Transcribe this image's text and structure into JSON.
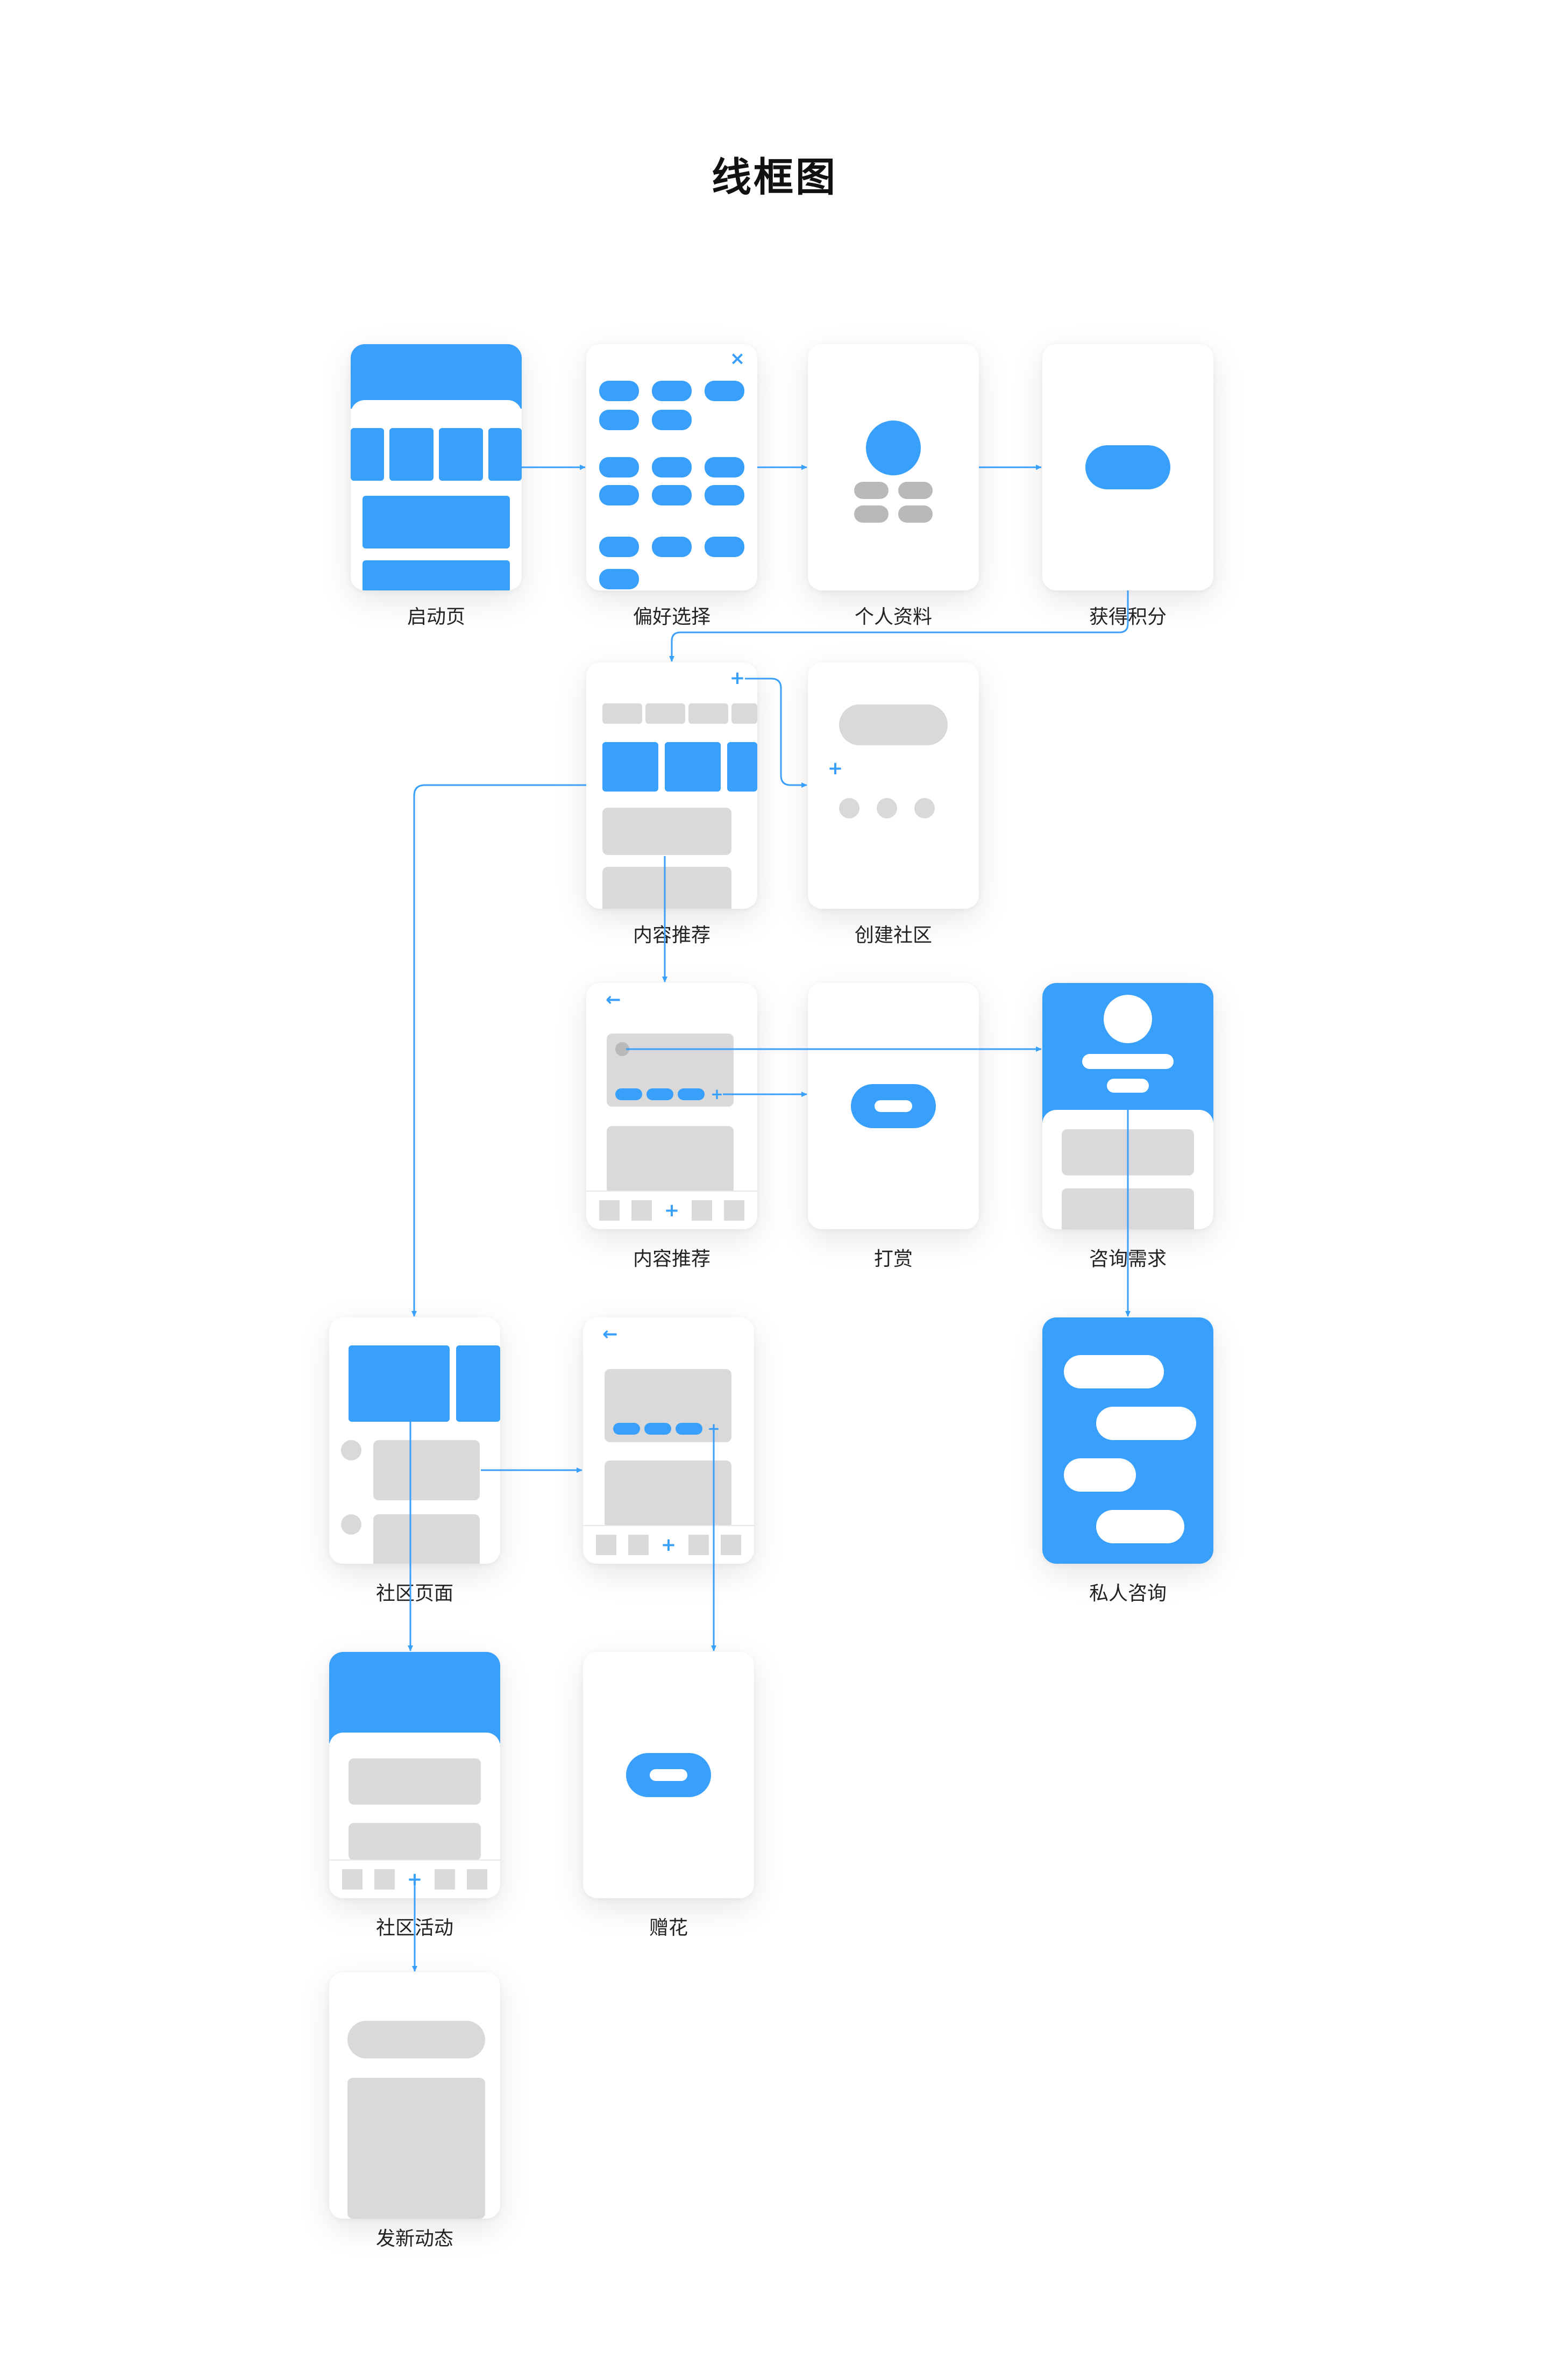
{
  "title": "线框图",
  "screens": [
    {
      "label": "启动页"
    },
    {
      "label": "偏好选择"
    },
    {
      "label": "个人资料"
    },
    {
      "label": "获得积分"
    },
    {
      "label": "内容推荐"
    },
    {
      "label": "创建社区"
    },
    {
      "label": "内容推荐"
    },
    {
      "label": "打赏"
    },
    {
      "label": "咨询需求"
    },
    {
      "label": "社区页面"
    },
    {
      "label": "私人咨询"
    },
    {
      "label": "社区活动"
    },
    {
      "label": "赠花"
    },
    {
      "label": "发新动态"
    }
  ],
  "glyphs": {
    "plus": "+",
    "close": "×",
    "back": "←"
  },
  "colors": {
    "accent": "#389ffb",
    "placeholder": "#d9d9d9",
    "placeholder_dark": "#b9b9b9"
  }
}
